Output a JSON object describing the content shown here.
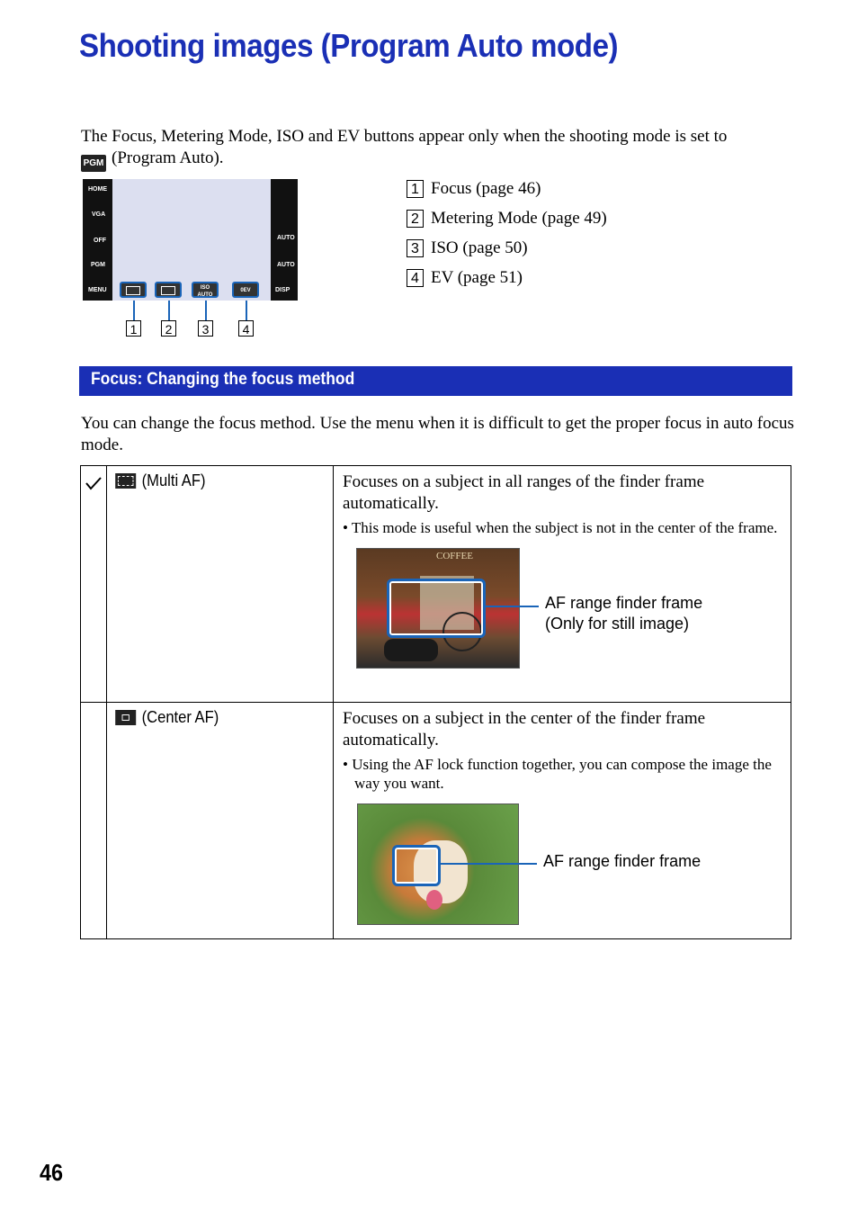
{
  "title": "Shooting images (Program Auto mode)",
  "intro": {
    "text": "The Focus, Metering Mode, ISO and EV buttons appear only when the shooting mode is set to",
    "icon_label": "PGM",
    "suffix": "(Program Auto)."
  },
  "screen": {
    "left_labels": [
      "HOME",
      "VGA",
      "OFF",
      "PGM",
      "MENU"
    ],
    "right_labels": [
      "AUTO",
      "AUTO",
      "DISP"
    ],
    "buttons": [
      "",
      "",
      "ISO AUTO",
      "0EV"
    ],
    "callouts": [
      "1",
      "2",
      "3",
      "4"
    ]
  },
  "legend": [
    {
      "num": "1",
      "text": "Focus (page 46)"
    },
    {
      "num": "2",
      "text": "Metering Mode (page 49)"
    },
    {
      "num": "3",
      "text": "ISO (page 50)"
    },
    {
      "num": "4",
      "text": "EV (page 51)"
    }
  ],
  "section": {
    "heading": "Focus: Changing the focus method",
    "intro": "You can change the focus method. Use the menu when it is difficult to get the proper focus in auto focus mode."
  },
  "modes": [
    {
      "name": "(Multi AF)",
      "default": true,
      "description": "Focuses on a subject in all ranges of the finder frame automatically.",
      "bullet": "• This mode is useful when the subject is not in the center of the frame.",
      "photo_text": "COFFEE",
      "af_label_1": "AF range finder frame",
      "af_label_2": "(Only for still image)"
    },
    {
      "name": "(Center AF)",
      "default": false,
      "description": "Focuses on a subject in the center of the finder frame automatically.",
      "bullet": "• Using the AF lock function together, you can compose the image the way you want.",
      "af_label_1": "AF range finder frame"
    }
  ],
  "page_number": "46",
  "colors": {
    "accent": "#1a2fb5",
    "callout": "#1a64b8"
  }
}
